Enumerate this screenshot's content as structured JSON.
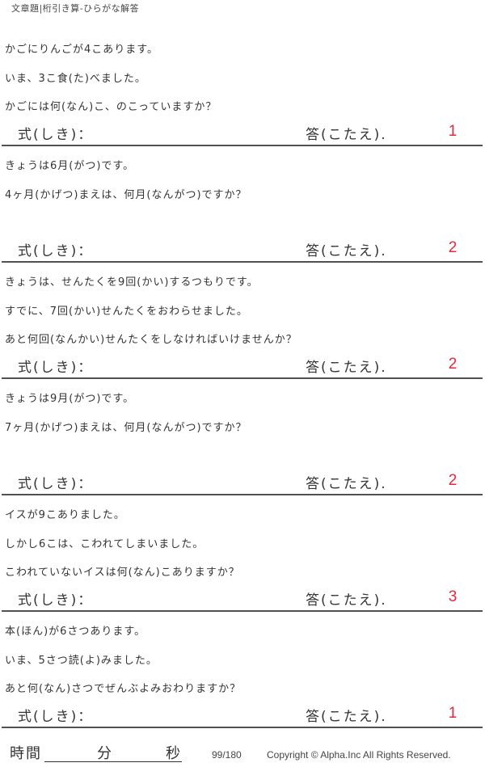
{
  "header": {
    "title": "文章題|桁引き算-ひらがな解答"
  },
  "labels": {
    "shiki": "式(しき)：",
    "kotae": "答(こたえ)."
  },
  "problems": [
    {
      "lines": [
        "かごにりんごが4こあります。",
        "いま、3こ食(た)べました。",
        "かごには何(なん)こ、のこっていますか？"
      ],
      "answer": "1"
    },
    {
      "lines": [
        "きょうは6月(がつ)です。",
        "4ヶ月(かげつ)まえは、何月(なんがつ)ですか？",
        ""
      ],
      "answer": "2"
    },
    {
      "lines": [
        "きょうは、せんたくを9回(かい)するつもりです。",
        "すでに、7回(かい)せんたくをおわらせました。",
        "あと何回(なんかい)せんたくをしなければいけませんか？"
      ],
      "answer": "2"
    },
    {
      "lines": [
        "きょうは9月(がつ)です。",
        "7ヶ月(かげつ)まえは、何月(なんがつ)ですか？",
        ""
      ],
      "answer": "2"
    },
    {
      "lines": [
        "イスが9こありました。",
        "しかし6こは、こわれてしまいました。",
        "こわれていないイスは何(なん)こありますか？"
      ],
      "answer": "3"
    },
    {
      "lines": [
        "本(ほん)が6さつあります。",
        "いま、5さつ読(よ)みました。",
        "あと何(なん)さつでぜんぶよみおわりますか？"
      ],
      "answer": "1"
    }
  ],
  "footer": {
    "time_label": "時間",
    "minutes_label": "分",
    "seconds_label": "秒",
    "page": "99/180",
    "copyright": "Copyright ©  Alpha.Inc All Rights Reserved."
  },
  "colors": {
    "answer": "#e8283c",
    "rule": "#555050",
    "text": "#333333"
  }
}
